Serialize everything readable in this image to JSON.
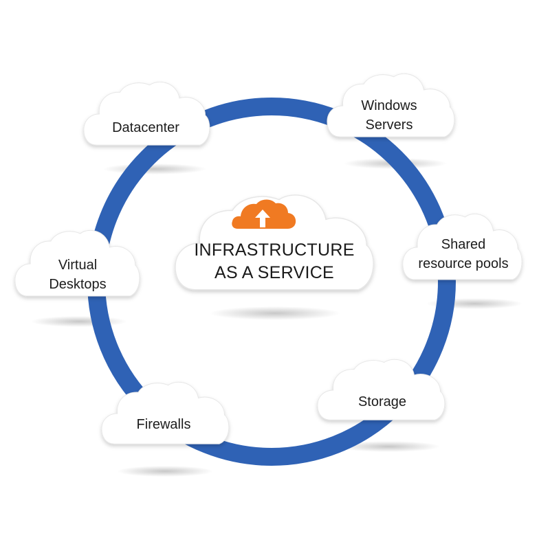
{
  "center": {
    "title_line1": "INFRASTRUCTURE",
    "title_line2": "AS A SERVICE",
    "icon": "cloud-upload-icon",
    "icon_color": "#f07a22"
  },
  "ring_color": "#2f62b5",
  "nodes": [
    {
      "id": "datacenter",
      "lines": [
        "Datacenter"
      ]
    },
    {
      "id": "windows-servers",
      "lines": [
        "Windows",
        "Servers"
      ]
    },
    {
      "id": "shared-resource-pools",
      "lines": [
        "Shared",
        "resource pools"
      ]
    },
    {
      "id": "storage",
      "lines": [
        "Storage"
      ]
    },
    {
      "id": "firewalls",
      "lines": [
        "Firewalls"
      ]
    },
    {
      "id": "virtual-desktops",
      "lines": [
        "Virtual",
        "Desktops"
      ]
    }
  ]
}
